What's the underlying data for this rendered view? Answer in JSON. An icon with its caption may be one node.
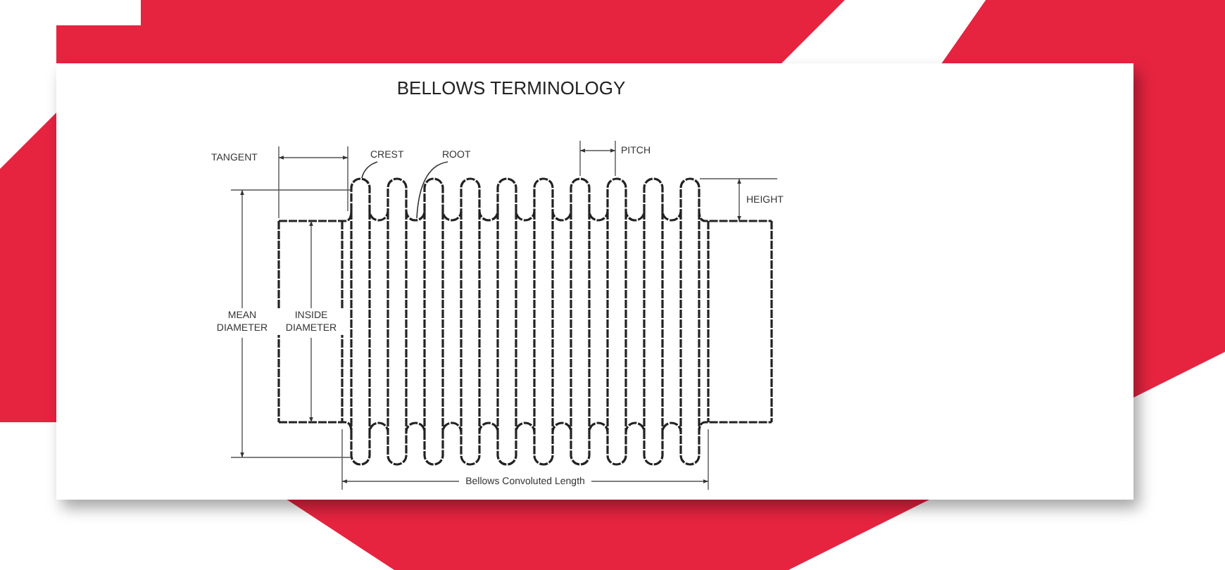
{
  "diagram": {
    "title": "BELLOWS TERMINOLOGY",
    "nodes": [
      {
        "text": [
          "CREST"
        ]
      },
      {
        "text": [
          "ROOT"
        ]
      }
    ],
    "edges": [
      {
        "from": 0,
        "to": null,
        "arrow": "none"
      },
      {
        "from": 1,
        "to": null,
        "arrow": "none"
      }
    ],
    "labels": [
      "TANGENT",
      "PITCH",
      "HEIGHT",
      "MEAN DIAMETER",
      "INSIDE DIAMETER",
      "Bellows Convoluted Length"
    ]
  }
}
